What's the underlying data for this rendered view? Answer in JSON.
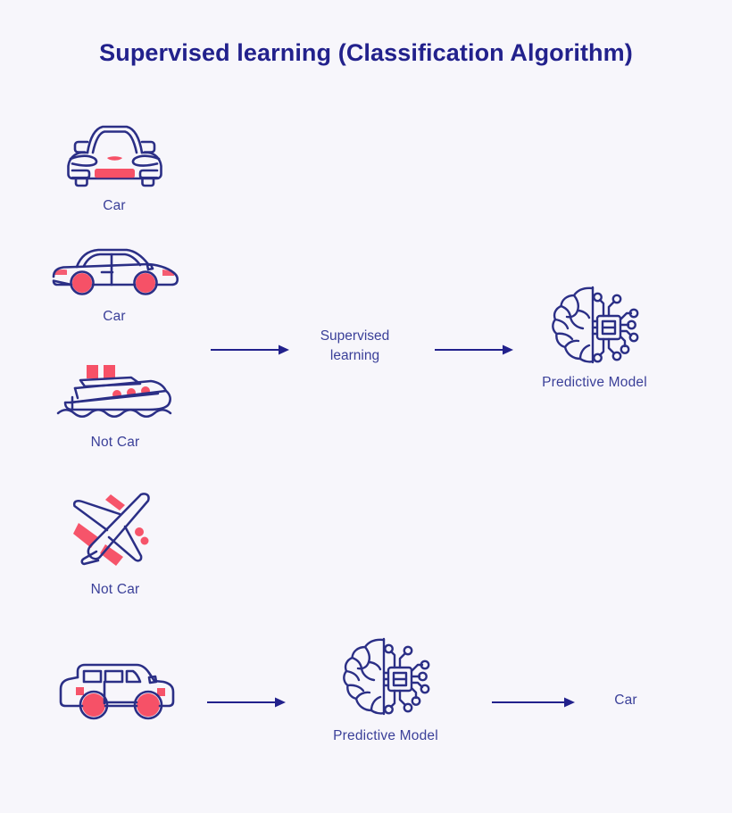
{
  "page": {
    "title": "Supervised learning (Classification Algorithm)",
    "background_color": "#f7f6fb",
    "ink_color": "#2b2f86",
    "accent_color": "#f5425a",
    "text_color": "#3b4099"
  },
  "training_examples": [
    {
      "icon": "car-front-icon",
      "label": "Car"
    },
    {
      "icon": "car-sedan-side-icon",
      "label": "Car"
    },
    {
      "icon": "cruise-ship-icon",
      "label": "Not Car"
    },
    {
      "icon": "airplane-icon",
      "label": "Not Car"
    }
  ],
  "training_flow": {
    "arrow_1": "arrow-right-icon",
    "stage_label": "Supervised\nlearning",
    "stage_label_line_1": "Supervised",
    "stage_label_line_2": "learning",
    "arrow_2": "arrow-right-icon",
    "model_icon": "ai-brain-icon",
    "model_label": "Predictive Model"
  },
  "prediction_flow": {
    "input_icon": "suv-side-icon",
    "arrow_1": "arrow-right-icon",
    "model_icon": "ai-brain-icon",
    "model_label": "Predictive Model",
    "arrow_2": "arrow-right-icon",
    "output_label": "Car"
  }
}
